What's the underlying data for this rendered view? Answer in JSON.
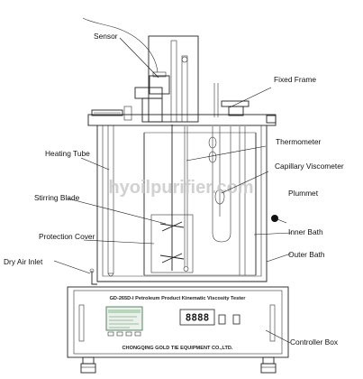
{
  "labels": {
    "sensor": "Sensor",
    "fixed_frame": "Fixed Frame",
    "thermometer": "Thermometer",
    "heating_tube": "Heating Tube",
    "capillary_viscometer": "Capillary Viscometer",
    "stirring_blade": "Stirring Blade",
    "plummet": "Plummet",
    "inner_bath": "Inner Bath",
    "protection_cover": "Protection Cover",
    "outer_bath": "Outer Bath",
    "dry_air_inlet": "Dry Air Inlet",
    "controller_box": "Controller Box"
  },
  "panel": {
    "model_title": "GD-265D-I Petroleum Product Kinematic Viscosity Tester",
    "maker": "CHONGQING GOLD TIE EQUIPMENT CO.,LTD.",
    "display_digits": "8888"
  },
  "watermark": "hyoilpurifier.com"
}
